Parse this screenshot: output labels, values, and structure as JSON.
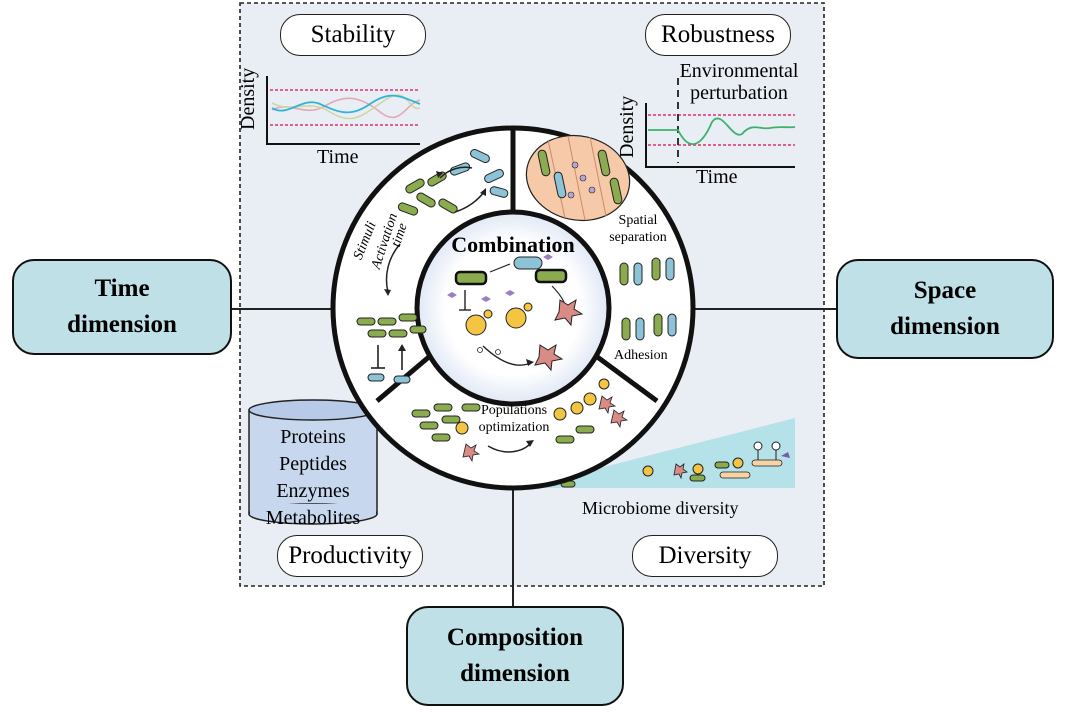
{
  "properties": {
    "stability": "Stability",
    "robustness": "Robustness",
    "productivity": "Productivity",
    "diversity": "Diversity"
  },
  "dimensions": {
    "time": [
      "Time",
      "dimension"
    ],
    "space": [
      "Space",
      "dimension"
    ],
    "composition": [
      "Composition",
      "dimension"
    ]
  },
  "stability_plot": {
    "ylabel": "Density",
    "xlabel": "Time"
  },
  "robustness_plot": {
    "ylabel": "Density",
    "xlabel": "Time",
    "annotation": [
      "Environmental",
      "perturbation"
    ]
  },
  "center": {
    "title": "Combination"
  },
  "ring_labels": {
    "stimuli": "Stimuli",
    "activation": "Activation",
    "time": "time",
    "spatial": [
      "Spatial",
      "separation"
    ],
    "adhesion": "Adhesion",
    "populations": [
      "Populations",
      "optimization"
    ]
  },
  "products": [
    "Proteins",
    "Peptides",
    "Enzymes",
    "Metabolites"
  ],
  "microbiome_label": "Microbiome diversity",
  "colors": {
    "panel_bg": "#e9eef4",
    "dimension_box": "#bfe0e6",
    "cylinder": "#c7d7ee",
    "bacteria_green": "#8bab4f",
    "bacteria_blue": "#8cc3d6",
    "yeast": "#f4c542",
    "fungus": "#d98b86",
    "triangle": "#b5e1e8",
    "threshold": "#e0316e",
    "curve_green": "#3bb36a"
  }
}
